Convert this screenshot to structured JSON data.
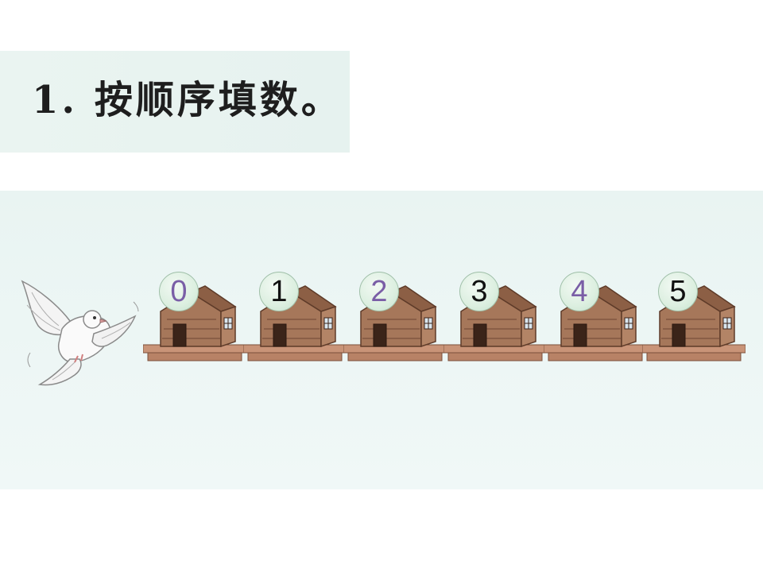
{
  "title": "1. 按顺序填数。",
  "houses": [
    {
      "number": "0",
      "kind": "given"
    },
    {
      "number": "1",
      "kind": "answer"
    },
    {
      "number": "2",
      "kind": "given"
    },
    {
      "number": "3",
      "kind": "answer"
    },
    {
      "number": "4",
      "kind": "given"
    },
    {
      "number": "5",
      "kind": "answer"
    }
  ],
  "colors": {
    "given_number": "#7a5ea6",
    "answer_number": "#111111",
    "house_wall": "#a6775a",
    "house_roof": "#8c5f45",
    "panel_bg": "#e9f4f2"
  },
  "icons": {
    "bird": "dove-icon",
    "house": "birdhouse-icon"
  }
}
